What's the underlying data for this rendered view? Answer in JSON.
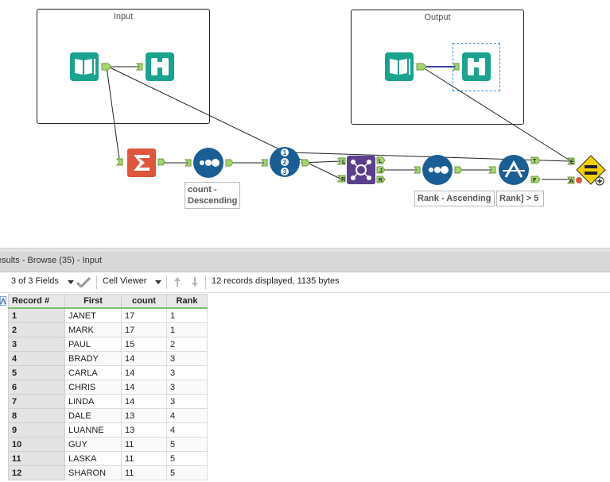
{
  "canvas": {
    "input_container": {
      "title": "Input"
    },
    "output_container": {
      "title": "Output"
    },
    "annotations": {
      "sort_desc": [
        "count -",
        "Descending"
      ],
      "sort_asc": "Rank - Ascending",
      "filter": "Rank] > 5"
    },
    "anchor_labels": {
      "join_left": "L",
      "join_right": "R",
      "join_out_left": "L",
      "join_out_join": "J",
      "join_out_right": "R",
      "filter_true": "T",
      "filter_false": "F",
      "test_expected": "E",
      "test_actual": "A"
    },
    "tool_number_labels": [
      "1",
      "2",
      "3"
    ]
  },
  "results": {
    "title": "esults - Browse (35) - Input",
    "fields_selector": "3 of 3 Fields",
    "cell_viewer": "Cell Viewer",
    "summary": "12 records displayed, 1135 bytes",
    "columns": [
      "Record #",
      "First",
      "count",
      "Rank"
    ],
    "rows": [
      [
        "1",
        "JANET",
        "17",
        "1"
      ],
      [
        "2",
        "MARK",
        "17",
        "1"
      ],
      [
        "3",
        "PAUL",
        "15",
        "2"
      ],
      [
        "4",
        "BRADY",
        "14",
        "3"
      ],
      [
        "5",
        "CARLA",
        "14",
        "3"
      ],
      [
        "6",
        "CHRIS",
        "14",
        "3"
      ],
      [
        "7",
        "LINDA",
        "14",
        "3"
      ],
      [
        "8",
        "DALE",
        "13",
        "4"
      ],
      [
        "9",
        "LUANNE",
        "13",
        "4"
      ],
      [
        "10",
        "GUY",
        "11",
        "5"
      ],
      [
        "11",
        "LASKA",
        "11",
        "5"
      ],
      [
        "12",
        "SHARON",
        "11",
        "5"
      ]
    ]
  },
  "colors": {
    "tool_teal": "#1aa38f",
    "tool_blue": "#1b5e96",
    "summarize_red": "#e0553b",
    "join_purple": "#5b3f8e",
    "test_yellow": "#f5d000",
    "anchor_green": "#a8d46f",
    "header_underline": "#7cc06c"
  }
}
